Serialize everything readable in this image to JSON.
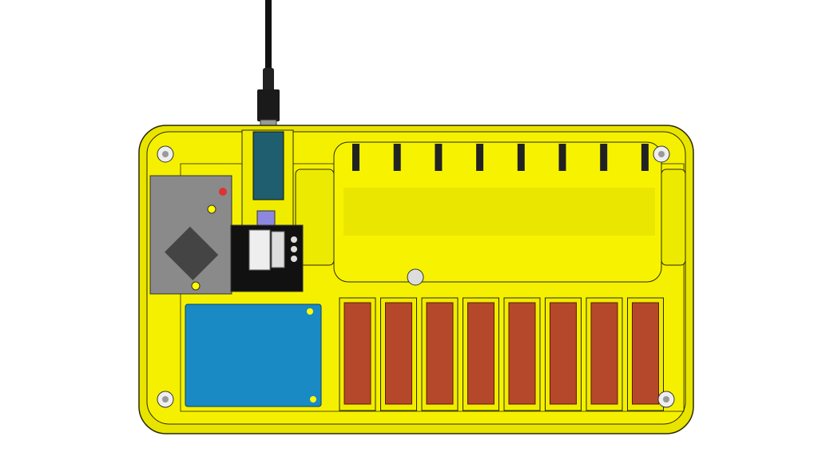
{
  "scene": {
    "subject": "device-enclosure-render",
    "colors": {
      "background": "#ffffff",
      "enclosure": "#f5f000",
      "enclosure_shadow": "#d6d000",
      "outline": "#2a2a00",
      "pcb_gray": "#8a8a8a",
      "microcontroller": "#1f5e6e",
      "display_module": "#1a8ac4",
      "battery_wood": "#b5482a",
      "cable": "#111111"
    },
    "battery_slot_count": 8,
    "top_clip_count": 8,
    "icons": [
      "usb-cable-icon",
      "screw-icon",
      "battery-holder-icon"
    ]
  }
}
